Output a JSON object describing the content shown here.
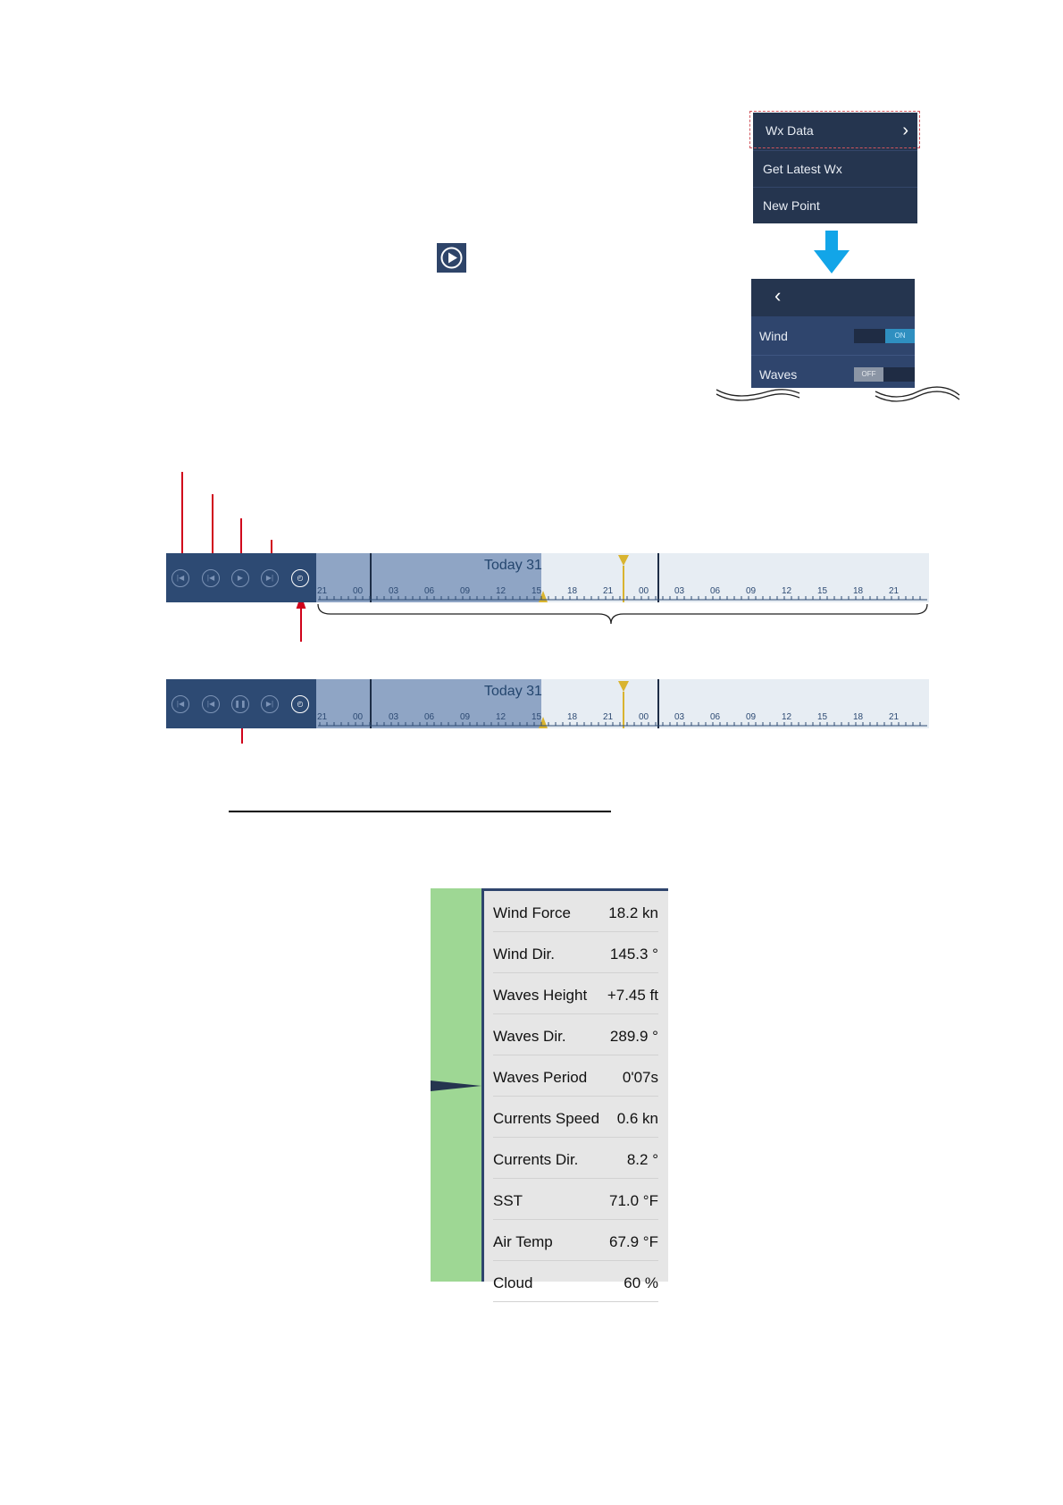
{
  "menu": {
    "items": [
      "Wx Data",
      "Get Latest Wx",
      "New Point"
    ]
  },
  "layers": {
    "items": [
      {
        "label": "Wind",
        "state": "ON"
      },
      {
        "label": "Waves",
        "state": "OFF"
      }
    ]
  },
  "timebar": {
    "day_label": "Today 31",
    "hours": [
      "21",
      "00",
      "03",
      "06",
      "09",
      "12",
      "15",
      "18",
      "21",
      "00",
      "03",
      "06",
      "09",
      "12",
      "15",
      "18",
      "21"
    ]
  },
  "weather_data": {
    "rows": [
      {
        "label": "Wind Force",
        "value": "18.2 kn"
      },
      {
        "label": "Wind Dir.",
        "value": "145.3 °"
      },
      {
        "label": "Waves Height",
        "value": "+7.45 ft"
      },
      {
        "label": "Waves Dir.",
        "value": "289.9 °"
      },
      {
        "label": "Waves Period",
        "value": "0'07s"
      },
      {
        "label": "Currents Speed",
        "value": "0.6 kn"
      },
      {
        "label": "Currents Dir.",
        "value": "8.2 °"
      },
      {
        "label": "SST",
        "value": "71.0 °F"
      },
      {
        "label": "Air Temp",
        "value": "67.9 °F"
      },
      {
        "label": "Cloud",
        "value": "60 %"
      }
    ]
  },
  "colors": {
    "panel_dark": "#25354f",
    "panel_mid": "#2f456d",
    "annotation_red": "#d0021b",
    "arrow_blue": "#12a5e8",
    "map_green": "#9ed794",
    "marker_yellow": "#d9b430"
  }
}
